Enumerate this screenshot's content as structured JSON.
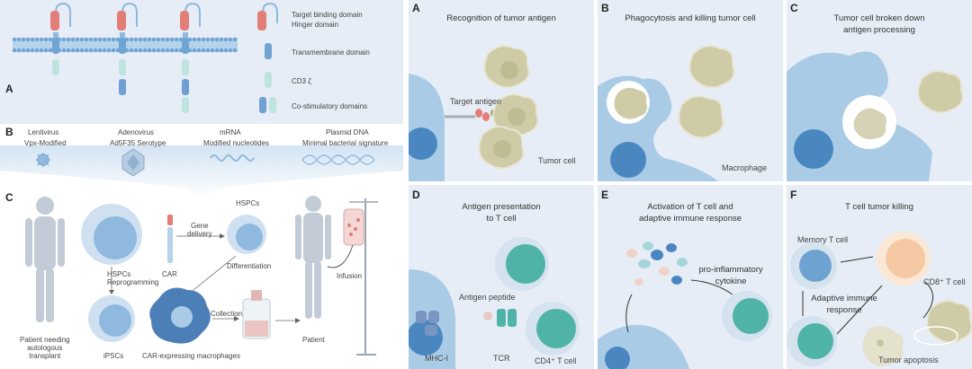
{
  "left": {
    "panelA": {
      "label": "A",
      "legend": [
        "Target binding domain",
        "Hinger domain",
        "Transmembrane domain",
        "CD3 ζ",
        "Co-stimulatory domains"
      ]
    },
    "panelB": {
      "label": "B",
      "vectors": [
        {
          "name": "Lentivirus",
          "feature": "Vpx-Modified"
        },
        {
          "name": "Adenovirus",
          "feature": "Ad5F35 Serotype"
        },
        {
          "name": "mRNA",
          "feature": "Modified nucleotides"
        },
        {
          "name": "Plasmid DNA",
          "feature": "Minimal bacterial signature"
        }
      ]
    },
    "panelC": {
      "label": "C",
      "gene_delivery": "Gene\ndelivery",
      "hspcs_top": "HSPCs",
      "hspcs_reprogramming": "HSPCs\nReprogramming",
      "car": "CAR",
      "differentiation": "Differentiation",
      "infusion": "Infusion",
      "patient_autologous": "Patient needing\nautologous\ntransplant",
      "ipscs": "iPSCs",
      "car_macrophages": "CAR-expressing macrophages",
      "collection": "Collection",
      "patient": "Patient"
    }
  },
  "right": {
    "A": {
      "label": "A",
      "title": "Recognition of tumor antigen",
      "target_antigen": "Target antigen",
      "tumor_cell": "Tumor cell"
    },
    "B": {
      "label": "B",
      "title": "Phagocytosis and killing tumor cell",
      "macrophage": "Macrophage"
    },
    "C": {
      "label": "C",
      "title": "Tumor cell broken down\nantigen processing"
    },
    "D": {
      "label": "D",
      "title": "Antigen presentation\nto T cell",
      "antigen_peptide": "Antigen peptide",
      "mhc": "MHC-I",
      "tcr": "TCR",
      "cd4": "CD4⁺ T cell"
    },
    "E": {
      "label": "E",
      "title": "Activation of T cell and\nadaptive immune response",
      "cytokine": "pro-inflammatory\ncytokine"
    },
    "F": {
      "label": "F",
      "title": "T cell tumor killing",
      "memory": "Memory T cell",
      "adaptive": "Adaptive immune\nresponse",
      "cd8": "CD8⁺ T cell",
      "apoptosis": "Tumor apoptosis"
    }
  },
  "colors": {
    "panel_bg": "#e6edf6",
    "cell_blue": "#a9cbe6",
    "nucleus_blue": "#4a87c1",
    "tumor_tan": "#cfcba7",
    "binding_red": "#e27d77",
    "teal": "#4fb3a7"
  }
}
